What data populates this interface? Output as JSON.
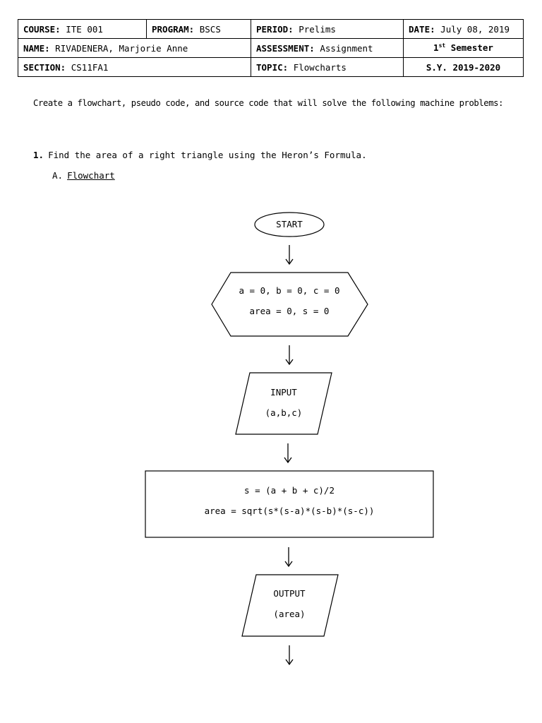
{
  "header": {
    "course_label": "COURSE:",
    "course_value": "ITE 001",
    "program_label": "PROGRAM:",
    "program_value": "BSCS",
    "period_label": "PERIOD:",
    "period_value": "Prelims",
    "date_label": "DATE:",
    "date_value": "July 08, 2019",
    "name_label": "NAME:",
    "name_value": "RIVADENERA, Marjorie Anne",
    "assessment_label": "ASSESSMENT:",
    "assessment_value": "Assignment",
    "semester_num": "1",
    "semester_sup": "st",
    "semester_text": "Semester",
    "section_label": "SECTION:",
    "section_value": "CS11FA1",
    "topic_label": "TOPIC:",
    "topic_value": "Flowcharts",
    "school_year": "S.Y. 2019-2020"
  },
  "instructions": "Create a flowchart, pseudo code, and source code that will solve the following machine problems:",
  "problem": {
    "number": "1.",
    "text": "Find the area of a right triangle using the Heron’s Formula."
  },
  "subsection": {
    "letter": "A.",
    "title": "Flowchart"
  },
  "flowchart": {
    "start": "START",
    "init_line1": "a = 0, b = 0, c = 0",
    "init_line2": "area = 0, s = 0",
    "input_line1": "INPUT",
    "input_line2": "(a,b,c)",
    "process_line1": "s = (a + b + c)/2",
    "process_line2": "area = sqrt(s*(s-a)*(s-b)*(s-c))",
    "output_line1": "OUTPUT",
    "output_line2": "(area)"
  }
}
